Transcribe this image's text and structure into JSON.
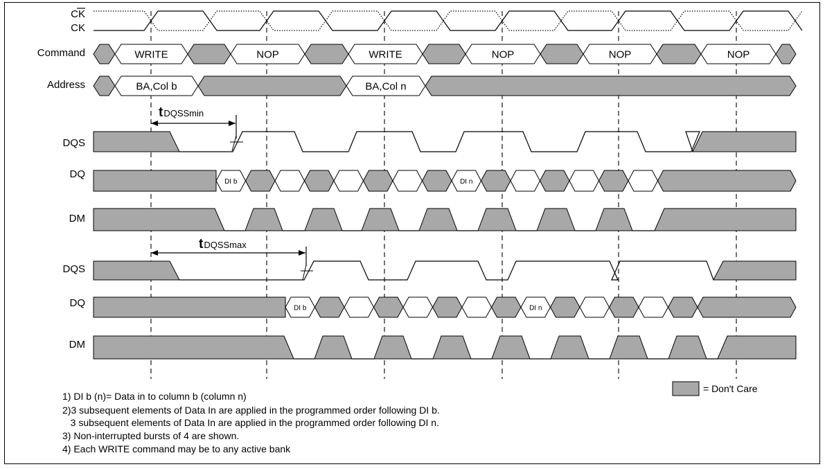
{
  "colors": {
    "dont_care": "#a8a8a8",
    "line": "#000000"
  },
  "signals": {
    "ck_bar": "CK",
    "ck": "CK",
    "command": "Command",
    "address": "Address",
    "dqs": "DQS",
    "dq": "DQ",
    "dm": "DM"
  },
  "command_cells": [
    "WRITE",
    "NOP",
    "WRITE",
    "NOP",
    "NOP",
    "NOP"
  ],
  "address_cells": [
    "BA,Col b",
    "BA,Col n"
  ],
  "timing": {
    "min_t": "t",
    "min_sub": "DQSSmin",
    "max_t": "t",
    "max_sub": "DQSSmax"
  },
  "dq_labels": {
    "b": "DI b",
    "n": "DI n"
  },
  "legend": {
    "text": "= Don't Care"
  },
  "notes": [
    "1) DI b (n)= Data in to column b (column n)",
    "2)3 subsequent elements of Data In are applied in the programmed order following DI b.",
    "   3 subsequent elements of Data In are applied in the programmed order following DI n.",
    "3) Non-interrupted bursts of 4 are shown.",
    "4) Each WRITE command may be to any active bank"
  ]
}
